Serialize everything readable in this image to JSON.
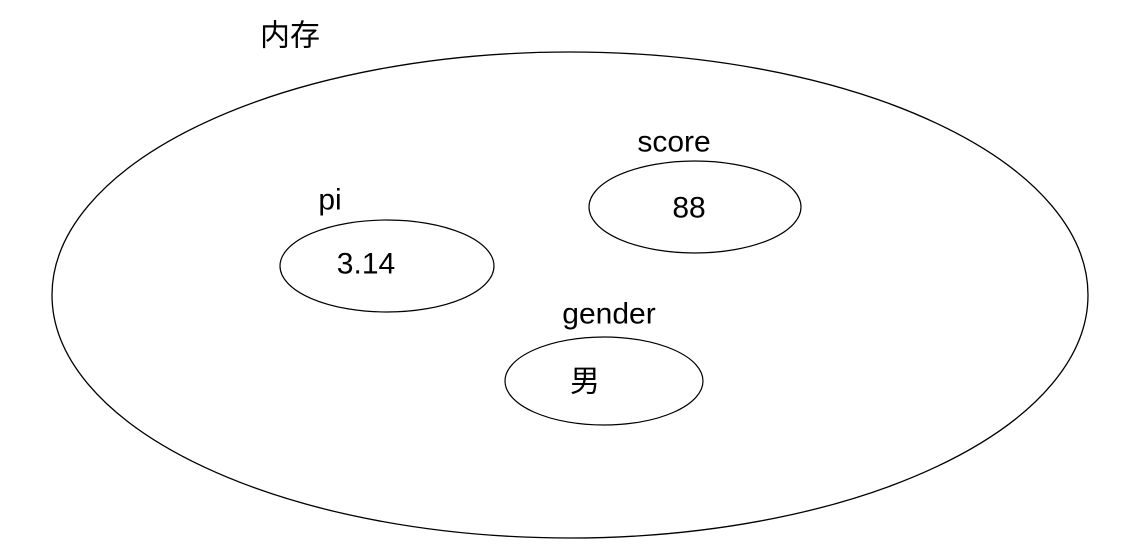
{
  "diagram": {
    "container": {
      "label": "内存"
    },
    "variables": [
      {
        "name": "pi",
        "value": "3.14"
      },
      {
        "name": "score",
        "value": "88"
      },
      {
        "name": "gender",
        "value": "男"
      }
    ],
    "colors": {
      "stroke": "#000000",
      "text": "#000000",
      "background": "#ffffff"
    }
  }
}
